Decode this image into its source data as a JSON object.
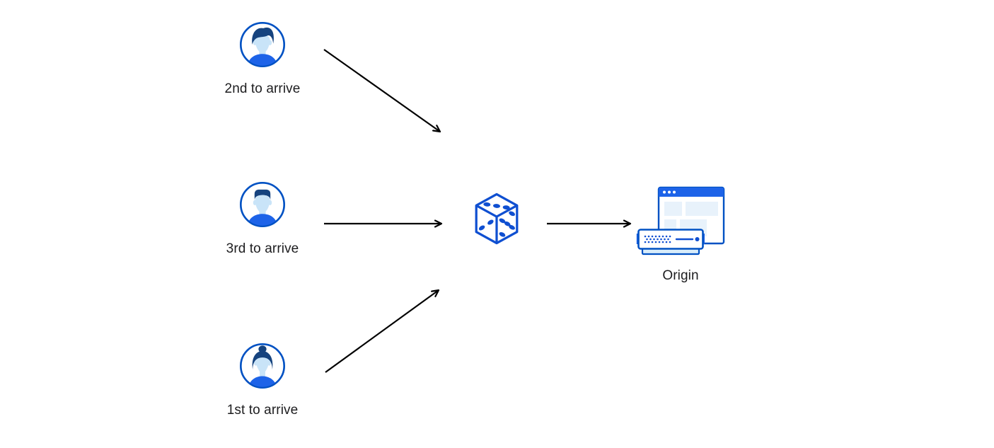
{
  "colors": {
    "background": "#ffffff",
    "primary_blue_stroke": "#0051c3",
    "bright_blue_fill": "#1d63e8",
    "dark_navy_hair": "#16437e",
    "face_light_blue": "#c9e4f8",
    "pale_blue_panel": "#e8f2fb",
    "server_base_blue": "#d8ecfa",
    "arrow_color": "#000000",
    "label_color": "#1d1d1f"
  },
  "clients": [
    {
      "label": "2nd to arrive",
      "icon": "male-user-avatar-icon",
      "position": "top"
    },
    {
      "label": "3rd to arrive",
      "icon": "male-user-avatar-icon",
      "position": "middle"
    },
    {
      "label": "1st to arrive",
      "icon": "female-user-avatar-icon",
      "position": "bottom"
    }
  ],
  "random_selector": {
    "icon": "dice-icon",
    "visible_faces": {
      "top_pips": 3,
      "left_pips": 2,
      "right_pips": 5
    }
  },
  "origin": {
    "label": "Origin",
    "icon": "origin-server-browser-icon"
  },
  "edges": [
    {
      "from": "client-2nd-to-arrive",
      "to": "dice",
      "direction": "diagonal-down"
    },
    {
      "from": "client-3rd-to-arrive",
      "to": "dice",
      "direction": "horizontal"
    },
    {
      "from": "client-1st-to-arrive",
      "to": "dice",
      "direction": "diagonal-up"
    },
    {
      "from": "dice",
      "to": "origin",
      "direction": "horizontal"
    }
  ]
}
